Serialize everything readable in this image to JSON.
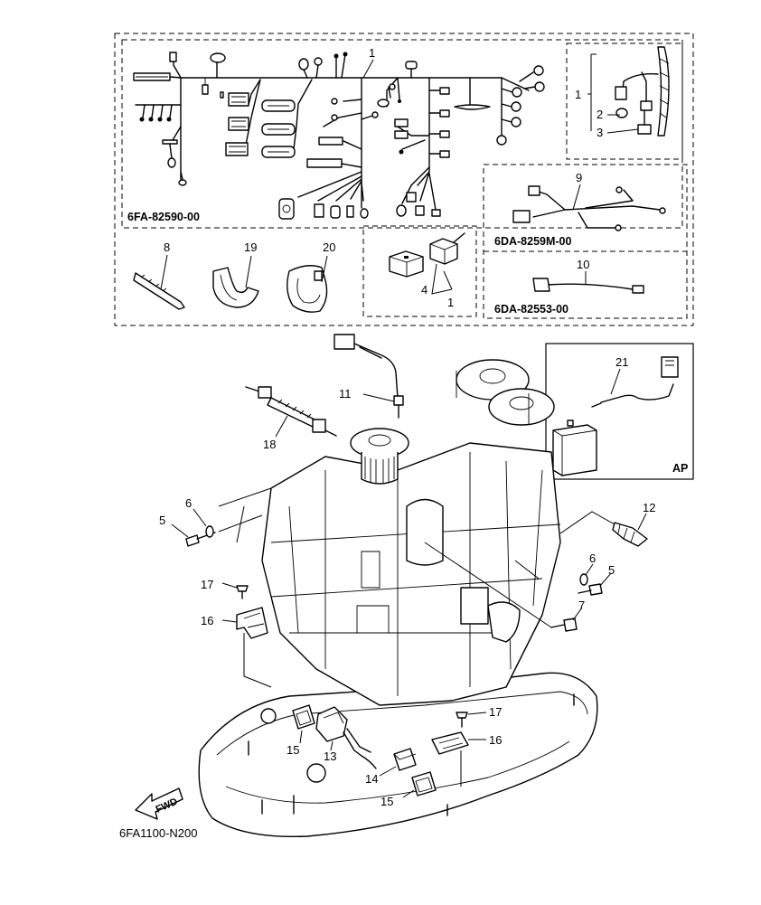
{
  "diagram": {
    "drawing_code": "6FA1100-N200",
    "fwd_label": "FWD",
    "harness_box": {
      "part_code": "6FA-82590-00"
    },
    "sub_box_9": {
      "part_code": "6DA-8259M-00"
    },
    "sub_box_10": {
      "part_code": "6DA-82553-00"
    },
    "ap_box": {
      "label": "AP"
    },
    "callouts": [
      {
        "id": "c-1a",
        "text": "1"
      },
      {
        "id": "c-1b",
        "text": "1"
      },
      {
        "id": "c-2",
        "text": "2"
      },
      {
        "id": "c-3",
        "text": "3"
      },
      {
        "id": "c-4",
        "text": "4"
      },
      {
        "id": "c-1c",
        "text": "1"
      },
      {
        "id": "c-8",
        "text": "8"
      },
      {
        "id": "c-19",
        "text": "19"
      },
      {
        "id": "c-20",
        "text": "20"
      },
      {
        "id": "c-9",
        "text": "9"
      },
      {
        "id": "c-10",
        "text": "10"
      },
      {
        "id": "c-21",
        "text": "21"
      },
      {
        "id": "c-11",
        "text": "11"
      },
      {
        "id": "c-18",
        "text": "18"
      },
      {
        "id": "c-6a",
        "text": "6"
      },
      {
        "id": "c-5a",
        "text": "5"
      },
      {
        "id": "c-12",
        "text": "12"
      },
      {
        "id": "c-6b",
        "text": "6"
      },
      {
        "id": "c-5b",
        "text": "5"
      },
      {
        "id": "c-7",
        "text": "7"
      },
      {
        "id": "c-17a",
        "text": "17"
      },
      {
        "id": "c-16a",
        "text": "16"
      },
      {
        "id": "c-17b",
        "text": "17"
      },
      {
        "id": "c-16b",
        "text": "16"
      },
      {
        "id": "c-15a",
        "text": "15"
      },
      {
        "id": "c-13",
        "text": "13"
      },
      {
        "id": "c-14",
        "text": "14"
      },
      {
        "id": "c-15b",
        "text": "15"
      }
    ]
  }
}
